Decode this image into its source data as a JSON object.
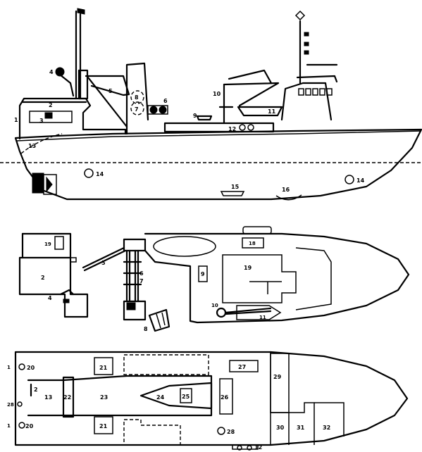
{
  "labels": {
    "side": [
      "1",
      "2",
      "3",
      "4",
      "5",
      "6",
      "7",
      "8",
      "9",
      "10",
      "11",
      "12",
      "13",
      "14",
      "15",
      "16",
      "14"
    ],
    "top": [
      "19",
      "2",
      "4",
      "5",
      "6",
      "7",
      "8",
      "9",
      "10",
      "11",
      "18",
      "19"
    ],
    "deck": [
      "1",
      "20",
      "2",
      "13",
      "22",
      "23",
      "24",
      "25",
      "26",
      "27",
      "28",
      "21",
      "21",
      "28",
      "1",
      "20",
      "30",
      "31",
      "32",
      "12"
    ]
  }
}
